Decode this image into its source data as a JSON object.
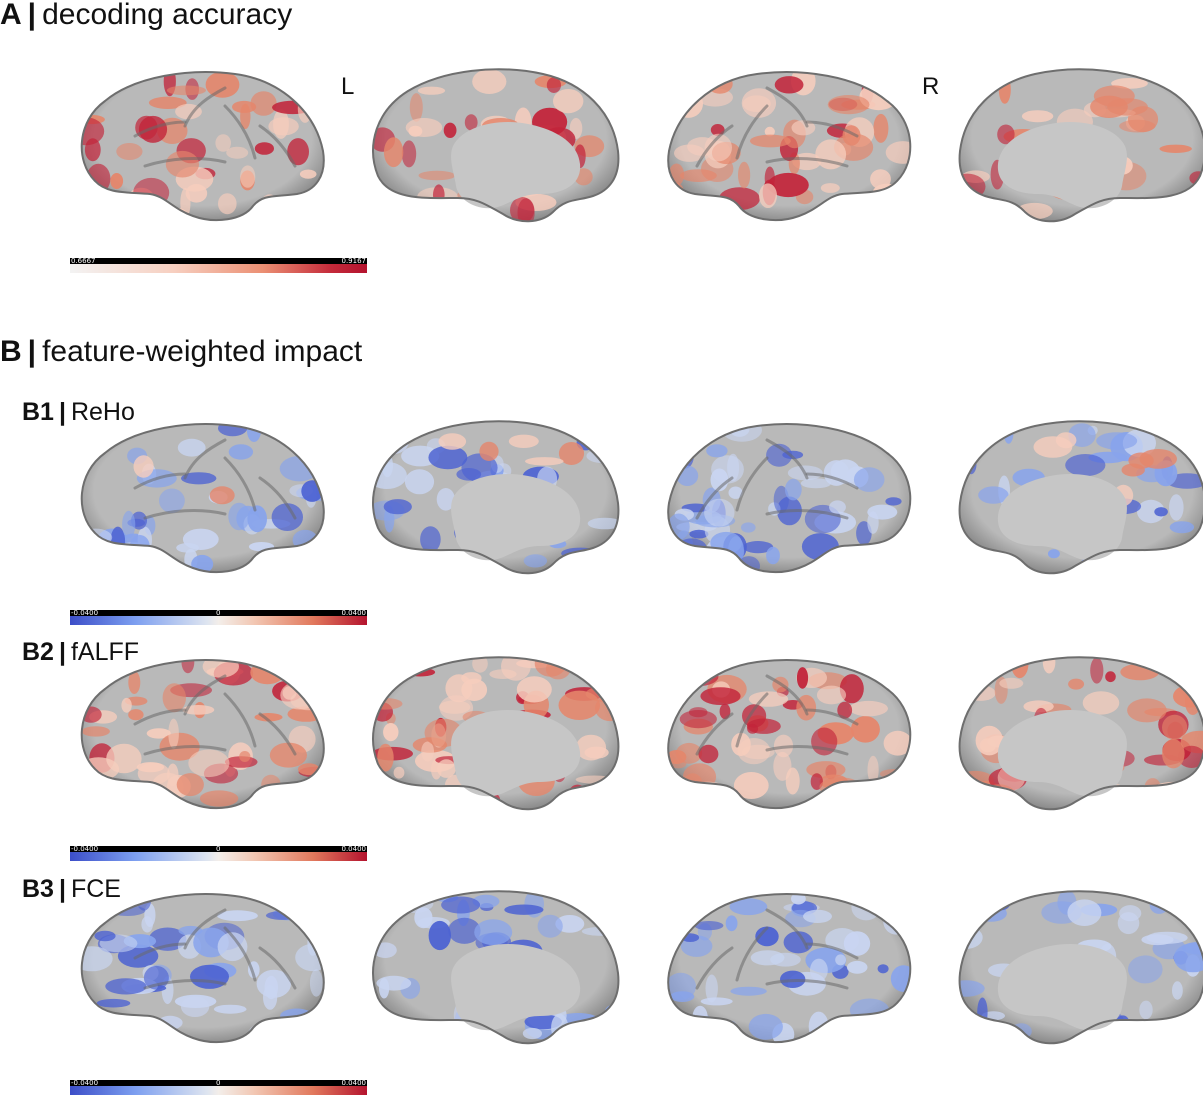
{
  "panel_a": {
    "letter": "A",
    "separator": "|",
    "title": "decoding accuracy",
    "left_label": "L",
    "right_label": "R",
    "colorbar": {
      "min": "0.6667",
      "mid": "",
      "max": "0.9167",
      "scheme": "sequential-reds"
    }
  },
  "panel_b": {
    "letter": "B",
    "separator": "|",
    "title": "feature-weighted impact",
    "rows": [
      {
        "letter": "B1",
        "separator": "|",
        "title": "ReHo",
        "colorbar": {
          "min": "-0.0400",
          "mid": "0",
          "max": "0.0400",
          "scheme": "diverging-coolwarm"
        }
      },
      {
        "letter": "B2",
        "separator": "|",
        "title": "fALFF",
        "colorbar": {
          "min": "-0.0400",
          "mid": "0",
          "max": "0.0400",
          "scheme": "diverging-coolwarm"
        }
      },
      {
        "letter": "B3",
        "separator": "|",
        "title": "FCE",
        "colorbar": {
          "min": "-0.0400",
          "mid": "0",
          "max": "0.0400",
          "scheme": "diverging-coolwarm"
        }
      }
    ]
  },
  "views": [
    "left-lateral",
    "left-medial",
    "right-lateral",
    "right-medial"
  ],
  "colors": {
    "cortex": "#b9b9b9",
    "cortex_dark": "#7c7c7c",
    "medial_wall": "#c6c6c6",
    "strong_red": "#c2243a",
    "mid_red": "#e5866b",
    "light_red": "#f6cdbd",
    "strong_blue": "#4d63d2",
    "mid_blue": "#88a4ec",
    "light_blue": "#c9d5f1"
  },
  "rows": [
    {
      "id": "A",
      "tint": "red",
      "brains": [
        0.55,
        0.45,
        0.8,
        0.3
      ]
    },
    {
      "id": "B1",
      "tint": "blue",
      "brains": [
        0.55,
        0.35,
        0.8,
        0.25
      ],
      "accents": [
        0.15,
        0.35,
        0.0,
        0.4
      ]
    },
    {
      "id": "B2",
      "tint": "red",
      "brains": [
        0.75,
        0.95,
        0.75,
        0.85
      ]
    },
    {
      "id": "B3",
      "tint": "blue",
      "brains": [
        0.6,
        0.5,
        0.55,
        0.55
      ]
    }
  ]
}
